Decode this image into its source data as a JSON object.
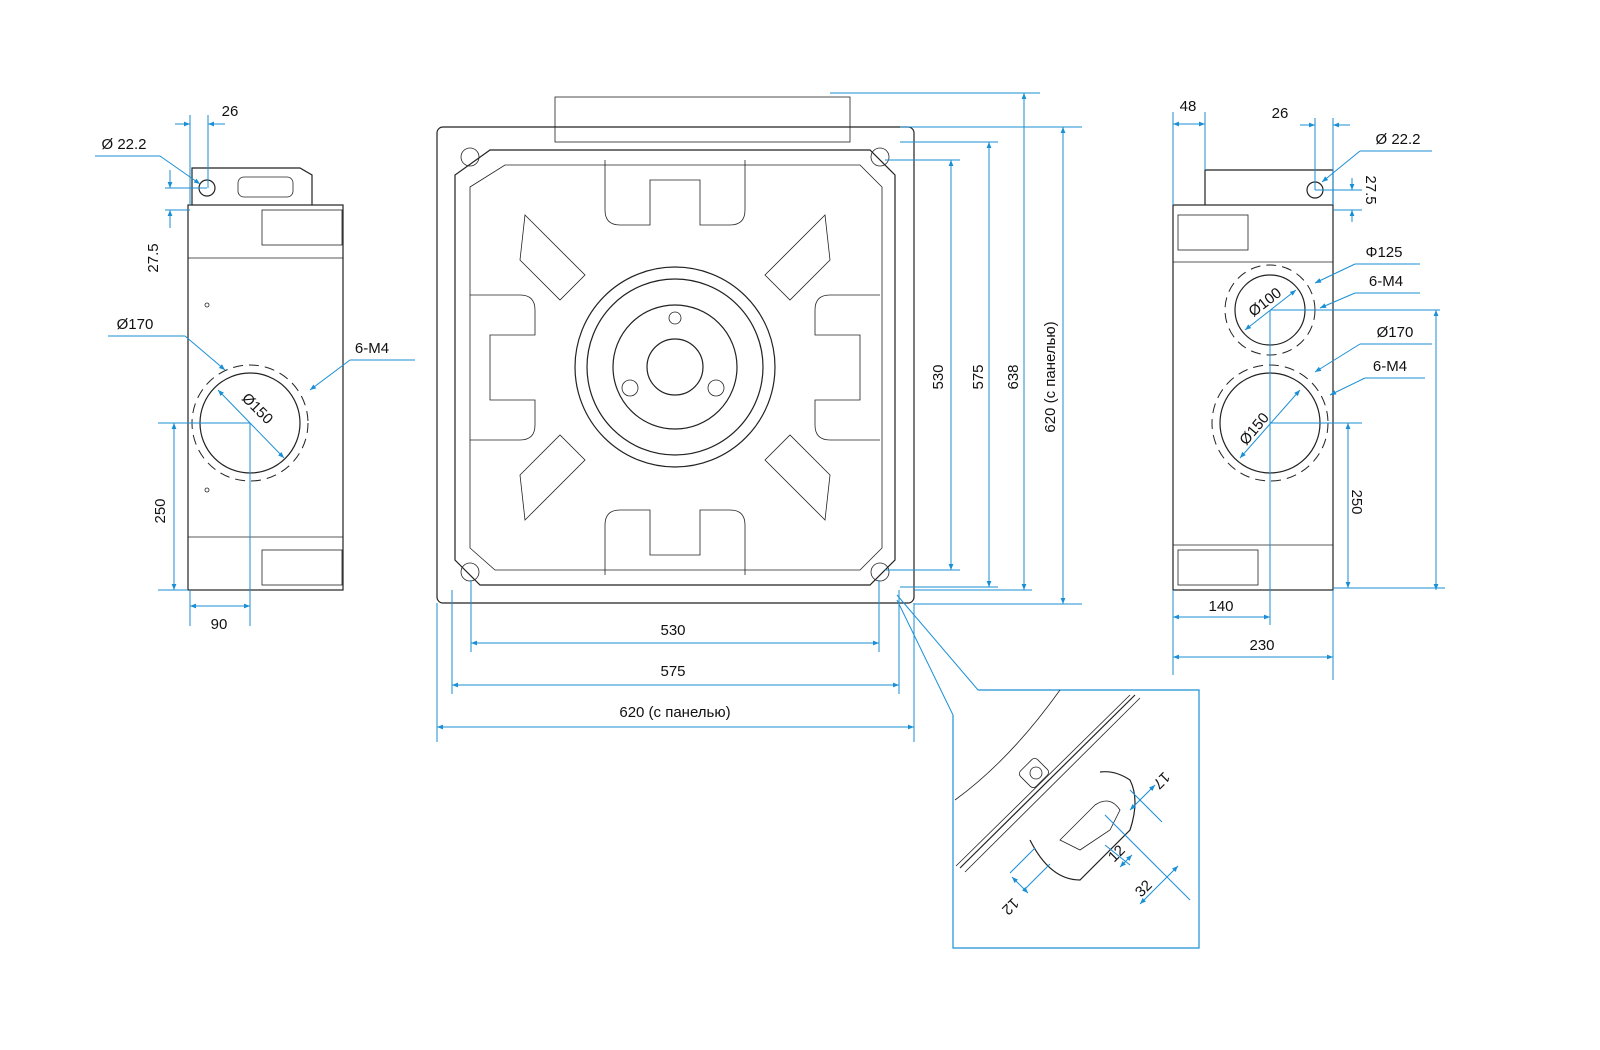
{
  "left_view": {
    "dim_pipe_offset": "26",
    "dim_pipe_diameter": "Ø 22.2",
    "dim_pipe_height": "27.5",
    "dim_flange_diameter": "Ø170",
    "dim_screws": "6-M4",
    "dim_duct_diameter": "Ø150",
    "dim_duct_height": "250",
    "dim_duct_offset": "90"
  },
  "front_view": {
    "dim_w_530": "530",
    "dim_w_575": "575",
    "dim_w_620": "620 (с панелью)",
    "dim_h_530": "530",
    "dim_h_575": "575",
    "dim_h_638": "638",
    "dim_h_620": "620 (с панелью)"
  },
  "right_view": {
    "dim_48": "48",
    "dim_26": "26",
    "dim_pipe_diameter": "Ø 22.2",
    "dim_pipe_height": "27.5",
    "dim_phi125": "Φ125",
    "dim_screws_top": "6-M4",
    "dim_phi100": "Ø100",
    "dim_phi170": "Ø170",
    "dim_screws_bottom": "6-M4",
    "dim_phi150": "Ø150",
    "dim_250": "250",
    "dim_140": "140",
    "dim_230": "230"
  },
  "detail_view": {
    "dim_17": "17",
    "dim_12a": "12",
    "dim_12b": "12",
    "dim_32": "32"
  },
  "colors": {
    "dimension": "#1a8fd6",
    "outline": "#222222"
  }
}
